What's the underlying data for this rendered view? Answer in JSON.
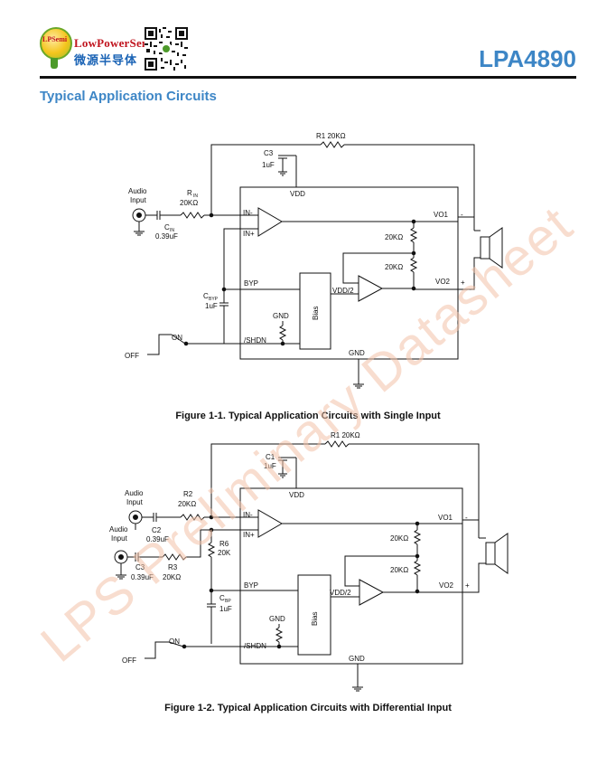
{
  "header": {
    "logo_badge": "LPSemi",
    "brand_en": "LowPowerSemi",
    "brand_cn": "微源半导体",
    "part_number": "LPA4890"
  },
  "section_title": "Typical Application Circuits",
  "watermark": "LPS Preliminary Datasheet",
  "figure1": {
    "caption": "Figure 1-1. Typical Application Circuits with Single Input",
    "r1": "R1   20KΩ",
    "c3_name": "C3",
    "c3_val": "1uF",
    "vdd": "VDD",
    "audio_input_1": "Audio",
    "audio_input_2": "Input",
    "rin_name": "R",
    "rin_sub": "IN",
    "rin_val": "20KΩ",
    "cin_name": "C",
    "cin_sub": "IN",
    "cin_val": "0.39uF",
    "in_minus": "IN-",
    "in_plus": "IN+",
    "vo1": "VO1",
    "vo2": "VO2",
    "r_fb1": "20KΩ",
    "r_fb2": "20KΩ",
    "byp": "BYP",
    "cbyp_name": "C",
    "cbyp_sub": "BYP",
    "cbyp_val": "1uF",
    "vdd2": "VDD/2",
    "bias": "Bias",
    "gnd_bias": "GND",
    "on": "ON",
    "off": "OFF",
    "shdn": "/SHDN",
    "gnd": "GND",
    "minus": "-",
    "plus": "+"
  },
  "figure2": {
    "caption": "Figure 1-2. Typical Application Circuits with Differential Input",
    "r1": "R1   20KΩ",
    "c1_name": "C1",
    "c1_val": "1uF",
    "vdd": "VDD",
    "audio_a1": "Audio",
    "audio_a2": "Input",
    "audio_b1": "Audio",
    "audio_b2": "Input",
    "r2_name": "R2",
    "r2_val": "20KΩ",
    "c2_name": "C2",
    "c2_val": "0.39uF",
    "r6_name": "R6",
    "r6_val": "20K",
    "c3_name": "C3",
    "c3_val": "0.39uF",
    "r3_name": "R3",
    "r3_val": "20KΩ",
    "in_minus": "IN-",
    "in_plus": "IN+",
    "vo1": "VO1",
    "vo2": "VO2",
    "r_fb1": "20KΩ",
    "r_fb2": "20KΩ",
    "byp": "BYP",
    "cbp_name": "C",
    "cbp_sub": "BP",
    "cbp_val": "1uF",
    "vdd2": "VDD/2",
    "bias": "Bias",
    "gnd_bias": "GND",
    "on": "ON",
    "off": "OFF",
    "shdn": "/SHDN",
    "gnd": "GND",
    "minus": "-",
    "plus": "+"
  }
}
